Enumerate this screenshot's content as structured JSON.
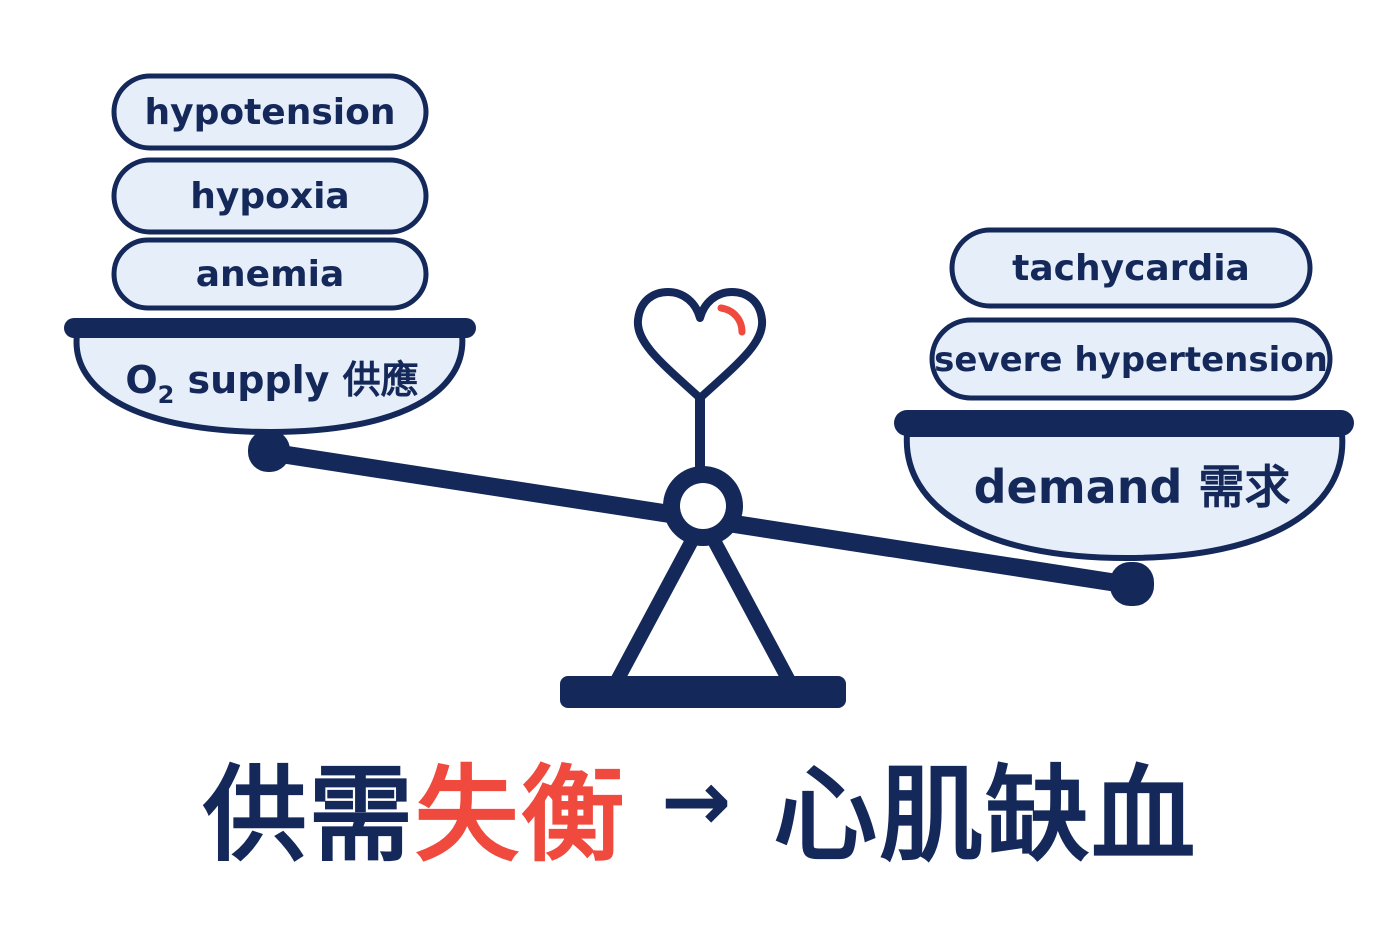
{
  "left_pan": {
    "items": [
      "hypotension",
      "hypoxia",
      "anemia"
    ],
    "label": {
      "main": "O",
      "subscript": "2",
      "rest": " supply 供應"
    }
  },
  "right_pan": {
    "items": [
      "tachycardia",
      "severe hypertension"
    ],
    "label": "demand 需求"
  },
  "caption": {
    "part1": "供需",
    "part2": "失衡",
    "arrow": "→",
    "part3": "心肌缺血"
  },
  "colors": {
    "navy": "#14285a",
    "pill_fill": "#e6eefa",
    "accent_red": "#f0493e"
  },
  "icons": [
    "heart-icon"
  ]
}
